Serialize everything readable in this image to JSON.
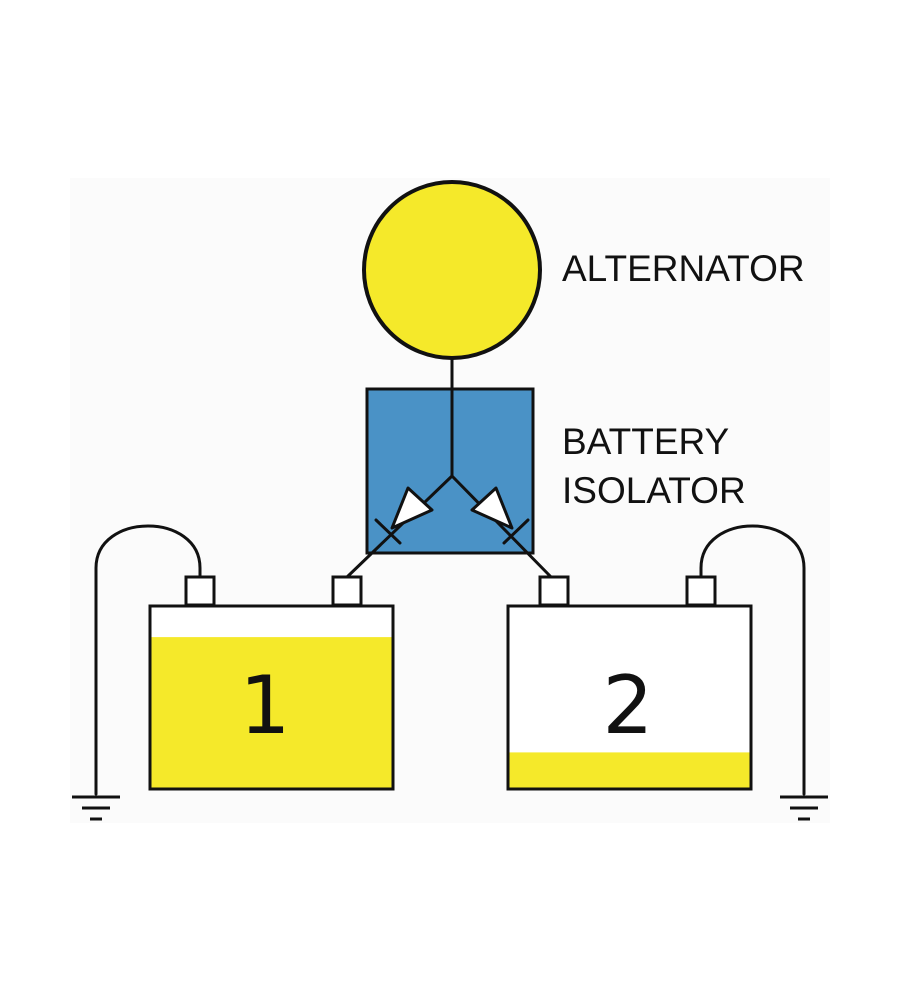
{
  "colors": {
    "alternator_fill": "#f5e92a",
    "isolator_fill": "#4a92c6",
    "charge_fill": "#f5e92a",
    "outline": "#111111",
    "panel_bg": "#fbfbfb"
  },
  "labels": {
    "alternator": "ALTERNATOR",
    "isolator_line1": "BATTERY",
    "isolator_line2": "ISOLATOR"
  },
  "batteries": [
    {
      "number": "1",
      "charge_level": 0.83
    },
    {
      "number": "2",
      "charge_level": 0.2
    }
  ],
  "icons": {
    "diode": "diode-icon",
    "ground": "ground-icon"
  }
}
